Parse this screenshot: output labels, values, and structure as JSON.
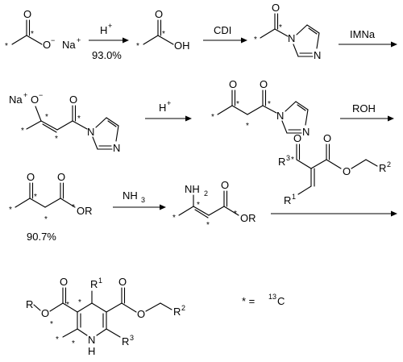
{
  "reagents": {
    "step1": "H",
    "step1_sup": "+",
    "step1_yield": "93.0%",
    "step2": "CDI",
    "step3": "IMNa",
    "step4": "H",
    "step4_sup": "+",
    "step5": "ROH",
    "step6": "NH",
    "step6_sub": "3"
  },
  "yields": {
    "ester": "90.7%"
  },
  "labels": {
    "na": "Na",
    "na_sup": "+",
    "o_minus": "O",
    "o_minus_sup": "−",
    "oh": "OH",
    "o": "O",
    "n": "N",
    "or": "OR",
    "r": "R",
    "r1": "R",
    "r1_sup": "1",
    "r2": "R",
    "r2_sup": "2",
    "r3": "R",
    "r3_sup": "3",
    "nh2": "NH",
    "nh2_sub": "2",
    "nh": "N",
    "h": "H",
    "star": "*"
  },
  "legend": {
    "text": "* = ",
    "isotope_sup": "13",
    "element": "C"
  }
}
